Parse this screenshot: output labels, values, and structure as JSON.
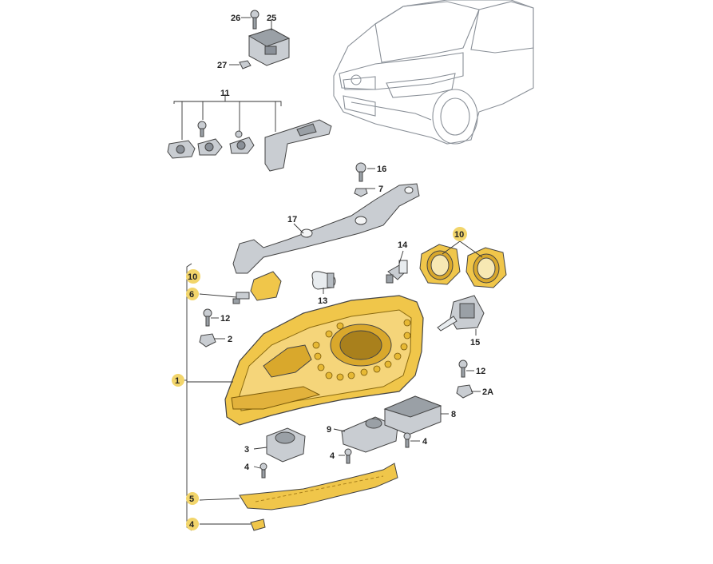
{
  "callouts": [
    {
      "id": "c26",
      "text": "26",
      "badge": false
    },
    {
      "id": "c25",
      "text": "25",
      "badge": false
    },
    {
      "id": "c27",
      "text": "27",
      "badge": false
    },
    {
      "id": "c11",
      "text": "11",
      "badge": false
    },
    {
      "id": "c16",
      "text": "16",
      "badge": false
    },
    {
      "id": "c7",
      "text": "7",
      "badge": false
    },
    {
      "id": "c17",
      "text": "17",
      "badge": false
    },
    {
      "id": "c14",
      "text": "14",
      "badge": false
    },
    {
      "id": "c10a",
      "text": "10",
      "badge": true
    },
    {
      "id": "c10b",
      "text": "10",
      "badge": true
    },
    {
      "id": "c6",
      "text": "6",
      "badge": true
    },
    {
      "id": "c13",
      "text": "13",
      "badge": false
    },
    {
      "id": "c12a",
      "text": "12",
      "badge": false
    },
    {
      "id": "c2a",
      "text": "2",
      "badge": false
    },
    {
      "id": "c15",
      "text": "15",
      "badge": false
    },
    {
      "id": "c1",
      "text": "1",
      "badge": true
    },
    {
      "id": "c12b",
      "text": "12",
      "badge": false
    },
    {
      "id": "c2A",
      "text": "2A",
      "badge": false
    },
    {
      "id": "c8",
      "text": "8",
      "badge": false
    },
    {
      "id": "c9",
      "text": "9",
      "badge": false
    },
    {
      "id": "c3",
      "text": "3",
      "badge": false
    },
    {
      "id": "c4a",
      "text": "4",
      "badge": false
    },
    {
      "id": "c4b",
      "text": "4",
      "badge": false
    },
    {
      "id": "c4c",
      "text": "4",
      "badge": false
    },
    {
      "id": "c5",
      "text": "5",
      "badge": true
    },
    {
      "id": "c4d",
      "text": "4",
      "badge": true
    }
  ],
  "colors": {
    "highlight": "#f2d56b",
    "headlamp": "#f0c64a",
    "headlamp_dark": "#d9a82c",
    "part_grey": "#c9cdd2",
    "line": "#333333"
  }
}
